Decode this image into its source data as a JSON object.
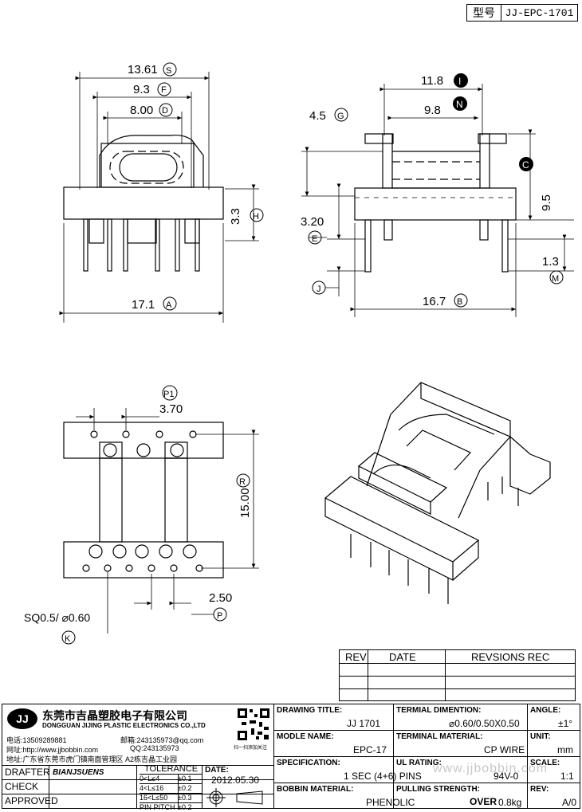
{
  "header": {
    "model_label": "型号",
    "model_value": "JJ-EPC-1701"
  },
  "dims": {
    "S": "13.61",
    "F": "9.3",
    "D": "8.00",
    "H": "3.3",
    "A": "17.1",
    "I": "11.8",
    "N": "9.8",
    "G": "4.5",
    "C": "9.5",
    "E": "3.20",
    "M": "1.3",
    "B": "16.7",
    "P1": "3.70",
    "R": "15.00",
    "P": "2.50",
    "K": "SQ0.5/ ⌀0.60"
  },
  "letters": {
    "S": "S",
    "F": "F",
    "D": "D",
    "H": "H",
    "A": "A",
    "I": "I",
    "N": "N",
    "G": "G",
    "C": "C",
    "E": "E",
    "J": "J",
    "M": "M",
    "B": "B",
    "P1": "P1",
    "R": "R",
    "P": "P",
    "K": "K"
  },
  "revisions": {
    "rev": "REV",
    "date": "DATE",
    "rec": "REVSIONS REC"
  },
  "company": {
    "logo": "JJ",
    "name_cn": "东莞市吉晶塑胶电子有限公司",
    "name_en": "DONGGUAN JIJING PLASTIC ELECTRONICS CO.,LTD",
    "phone": "电话:13509289881",
    "email": "邮箱:243135973@qq.com",
    "web": "网址:http://www.jjbobbin.com",
    "qq": "QQ:243135973",
    "addr": "地址:广东省东莞市虎门镇南面管理区 A2栋吉晶工业园",
    "qr_note": "扫一扫添加关注"
  },
  "sign": {
    "drafter_label": "DRAFTER",
    "drafter_value": "BIANJSUENS",
    "check_label": "CHECK",
    "approved_label": "APPROVED"
  },
  "tolerance": {
    "title": "TOLERANCE",
    "rows": [
      {
        "range": "0<L≤4",
        "tol": "±0.1"
      },
      {
        "range": "4<L≤16",
        "tol": "±0.2"
      },
      {
        "range": "16<L≤50",
        "tol": "±0.3"
      },
      {
        "range": "PIN PITCH",
        "tol": "±0.2"
      }
    ]
  },
  "date": {
    "label": "DATE:",
    "value": "2012.05.30"
  },
  "fields": {
    "drawing_title_label": "DRAWING TITLE:",
    "drawing_title": "JJ  1701",
    "model_name_label": "MODLE NAME:",
    "model_name": "EPC-17",
    "spec_label": "SPECIFICATION:",
    "spec": "1 SEC (4+6) PINS",
    "bobbin_label": "BOBBIN  MATERIAL:",
    "bobbin": "PHENOLIC",
    "terminal_dim_label": "TERMIAL DIMENTION:",
    "terminal_dim": "⌀0.60/0.50X0.50",
    "terminal_mat_label": "TERMINAL MATERIAL:",
    "terminal_mat": "CP WIRE",
    "ul_label": "UL RATING:",
    "ul": "94V-0",
    "pull_label": "PULLING STRENGTH:",
    "pull_over": "OVER",
    "pull_val": "0.8kg",
    "angle_label": "ANGLE:",
    "angle": "±1°",
    "unit_label": "UNIT:",
    "unit": "mm",
    "scale_label": "SCALE:",
    "scale": "1:1",
    "rev_label": "REV:",
    "rev": "A/0",
    "watermark": "www.jjbobbin.com"
  }
}
